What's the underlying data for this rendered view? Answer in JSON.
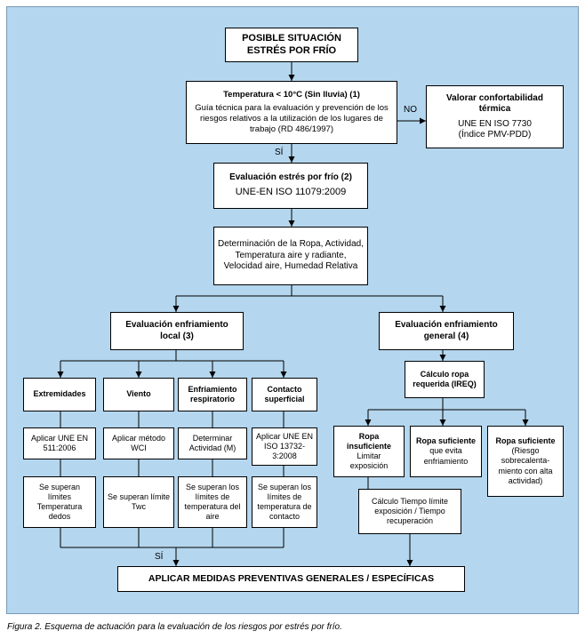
{
  "nodes": {
    "start": {
      "line1": "POSIBLE SITUACIÓN",
      "line2": "ESTRÉS POR FRÍO"
    },
    "temperature": {
      "title": "Temperatura < 10°C   (Sin lluvia) (1)",
      "text": "Guía técnica para la evaluación y prevención de los riesgos relativos a la utilización de los lugares de trabajo (RD 486/1997)"
    },
    "comfort": {
      "title": "Valorar confortabilidad térmica",
      "line1": "UNE EN ISO 7730",
      "line2": "(Índice PMV-PDD)"
    },
    "cold_stress_eval": {
      "title": "Evaluación estrés por frío (2)",
      "text": "UNE-EN ISO 11079:2009"
    },
    "determination": {
      "text": "Determinación de la Ropa, Actividad, Temperatura aire y radiante, Velocidad aire, Humedad Relativa"
    },
    "local_cooling": {
      "line1": "Evaluación enfriamiento",
      "line2": "local (3)"
    },
    "general_cooling": {
      "line1": "Evaluación enfriamiento",
      "line2": "general (4)"
    },
    "extremities": {
      "title": "Extremidades"
    },
    "wind": {
      "title": "Viento"
    },
    "respiratory": {
      "line1": "Enfriamiento",
      "line2": "respiratorio"
    },
    "contact": {
      "line1": "Contacto",
      "line2": "superficial"
    },
    "apply_une": {
      "text": "Aplicar UNE EN 511:2006"
    },
    "apply_wci": {
      "text": "Aplicar método WCI"
    },
    "activity": {
      "text": "Determinar Actividad (M)"
    },
    "apply_iso": {
      "text": "Aplicar UNE EN ISO 13732-3:2008"
    },
    "limits_extremities": {
      "text": "Se superan límites Temperatura dedos"
    },
    "limits_wind": {
      "text": "Se superan límite Twc"
    },
    "limits_air": {
      "text": "Se superan los límites de temperatura del aire"
    },
    "limits_contact": {
      "text": "Se superan los límites de temperatura de contacto"
    },
    "ireq": {
      "line1": "Cálculo ropa",
      "line2": "requerida (IREQ)"
    },
    "insufficient": {
      "title": "Ropa insuficiente",
      "text": "Limitar exposición"
    },
    "sufficient": {
      "title": "Ropa suficiente",
      "text": "que evita enfriamiento"
    },
    "sufficient_overheat": {
      "title": "Ropa suficiente",
      "text": "(Riesgo sobrecalenta-miento con alta actividad)"
    },
    "time_limit": {
      "text": "Cálculo Tiempo límite exposición / Tiempo recuperación"
    },
    "apply_measures": {
      "text": "APLICAR MEDIDAS PREVENTIVAS GENERALES / ESPECÍFICAS"
    }
  },
  "edge_labels": {
    "no": "NO",
    "yes_1": "SÍ",
    "yes_2": "SÍ"
  },
  "caption": "Figura 2. Esquema de actuación para la evaluación de los riesgos por estrés por frío."
}
